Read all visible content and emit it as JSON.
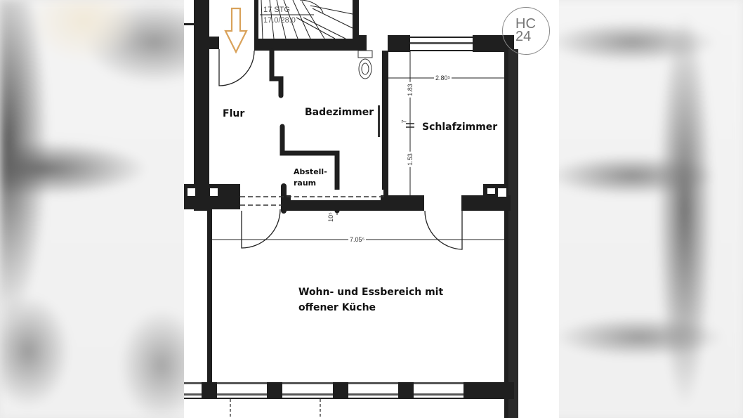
{
  "floorplan": {
    "rooms": {
      "hallway": "Flur",
      "bathroom": "Badezimmer",
      "storage_line1": "Abstell-",
      "storage_line2": "raum",
      "bedroom": "Schlafzimmer",
      "living_line1": "Wohn- und Essbereich mit",
      "living_line2": "offener Küche"
    },
    "dimensions": {
      "bedroom_width": "2.80⁵",
      "bedroom_depth_upper": "1.83",
      "bedroom_depth_lower": "1.53",
      "bedroom_wall_mark": "7",
      "living_width": "7.05⁵",
      "passage_width": "10⁵"
    },
    "staircase": {
      "line1": "17 STG",
      "line2": "17.0/28.0"
    },
    "entrance_arrow_color": "#d9a25a",
    "wall_color": "#1f1f1f"
  },
  "logo": {
    "line1": "HC",
    "line2": "24"
  }
}
